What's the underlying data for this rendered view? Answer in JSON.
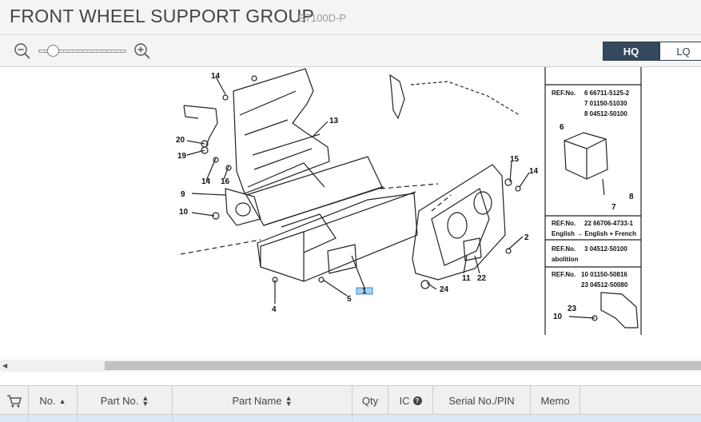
{
  "header": {
    "title": "FRONT WHEEL SUPPORT GROUP",
    "model": "B7100D-P"
  },
  "toolbar": {
    "quality_hq": "HQ",
    "quality_lq": "LQ",
    "zoom_level": 0.12
  },
  "diagram": {
    "callouts": [
      "14",
      "13",
      "20",
      "19",
      "14",
      "16",
      "9",
      "10",
      "15",
      "14",
      "2",
      "11",
      "22",
      "24",
      "4",
      "5",
      "1"
    ],
    "highlighted_callout": "1",
    "notes": [
      {
        "ref": "REF.No.",
        "lines": [
          "6  66711-5125-2",
          "7  01150-51030",
          "8  04512-50100"
        ]
      },
      {
        "ref": "REF.No.",
        "lines": [
          "22  66706-4733-1",
          "English → English + French"
        ]
      },
      {
        "ref": "REF.No.",
        "lines": [
          "3  04512-50100",
          "abolition"
        ]
      },
      {
        "ref": "REF.No.",
        "lines": [
          "10  01150-50816",
          "23  04512-50080"
        ]
      }
    ],
    "inset_labels": [
      "6",
      "8",
      "7",
      "23",
      "10"
    ]
  },
  "table": {
    "columns": [
      "No.",
      "Part No.",
      "Part Name",
      "Qty",
      "IC",
      "Serial No./PIN",
      "Memo"
    ]
  }
}
